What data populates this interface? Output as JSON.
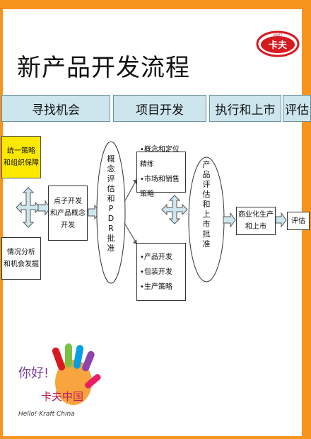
{
  "title": "新产品开发流程",
  "logo": {
    "brand_label": "卡夫",
    "top_text": "KRAFT"
  },
  "stages": [
    "寻找机会",
    "项目开发",
    "执行和上市",
    "评估"
  ],
  "left_boxes": {
    "strategy": [
      "统一策略",
      "和组织保障"
    ],
    "analysis": [
      "情况分析",
      "和机会发掘"
    ]
  },
  "concept_box": [
    "点子开发",
    "和产品概念",
    "开发"
  ],
  "pdr_label": "概念评估和PDR批准",
  "upper_box": [
    "•概念和定位精练",
    "•市场和销售策略"
  ],
  "lower_box": [
    "•产品开发",
    "•包装开发",
    "•生产策略"
  ],
  "launch_label": "产品评估和上市批准",
  "commercial_box": [
    "商业化生产",
    "和上市"
  ],
  "evaluate_box": "评估",
  "footer": {
    "hello": "你好!",
    "brand": "卡夫中国",
    "english": "Hello! Kraft China"
  },
  "colors": {
    "accent_orange": "#f7941d",
    "stage_fill": "#cde6ee",
    "yellow_box": "#fde800",
    "logo_red": "#d71920"
  }
}
